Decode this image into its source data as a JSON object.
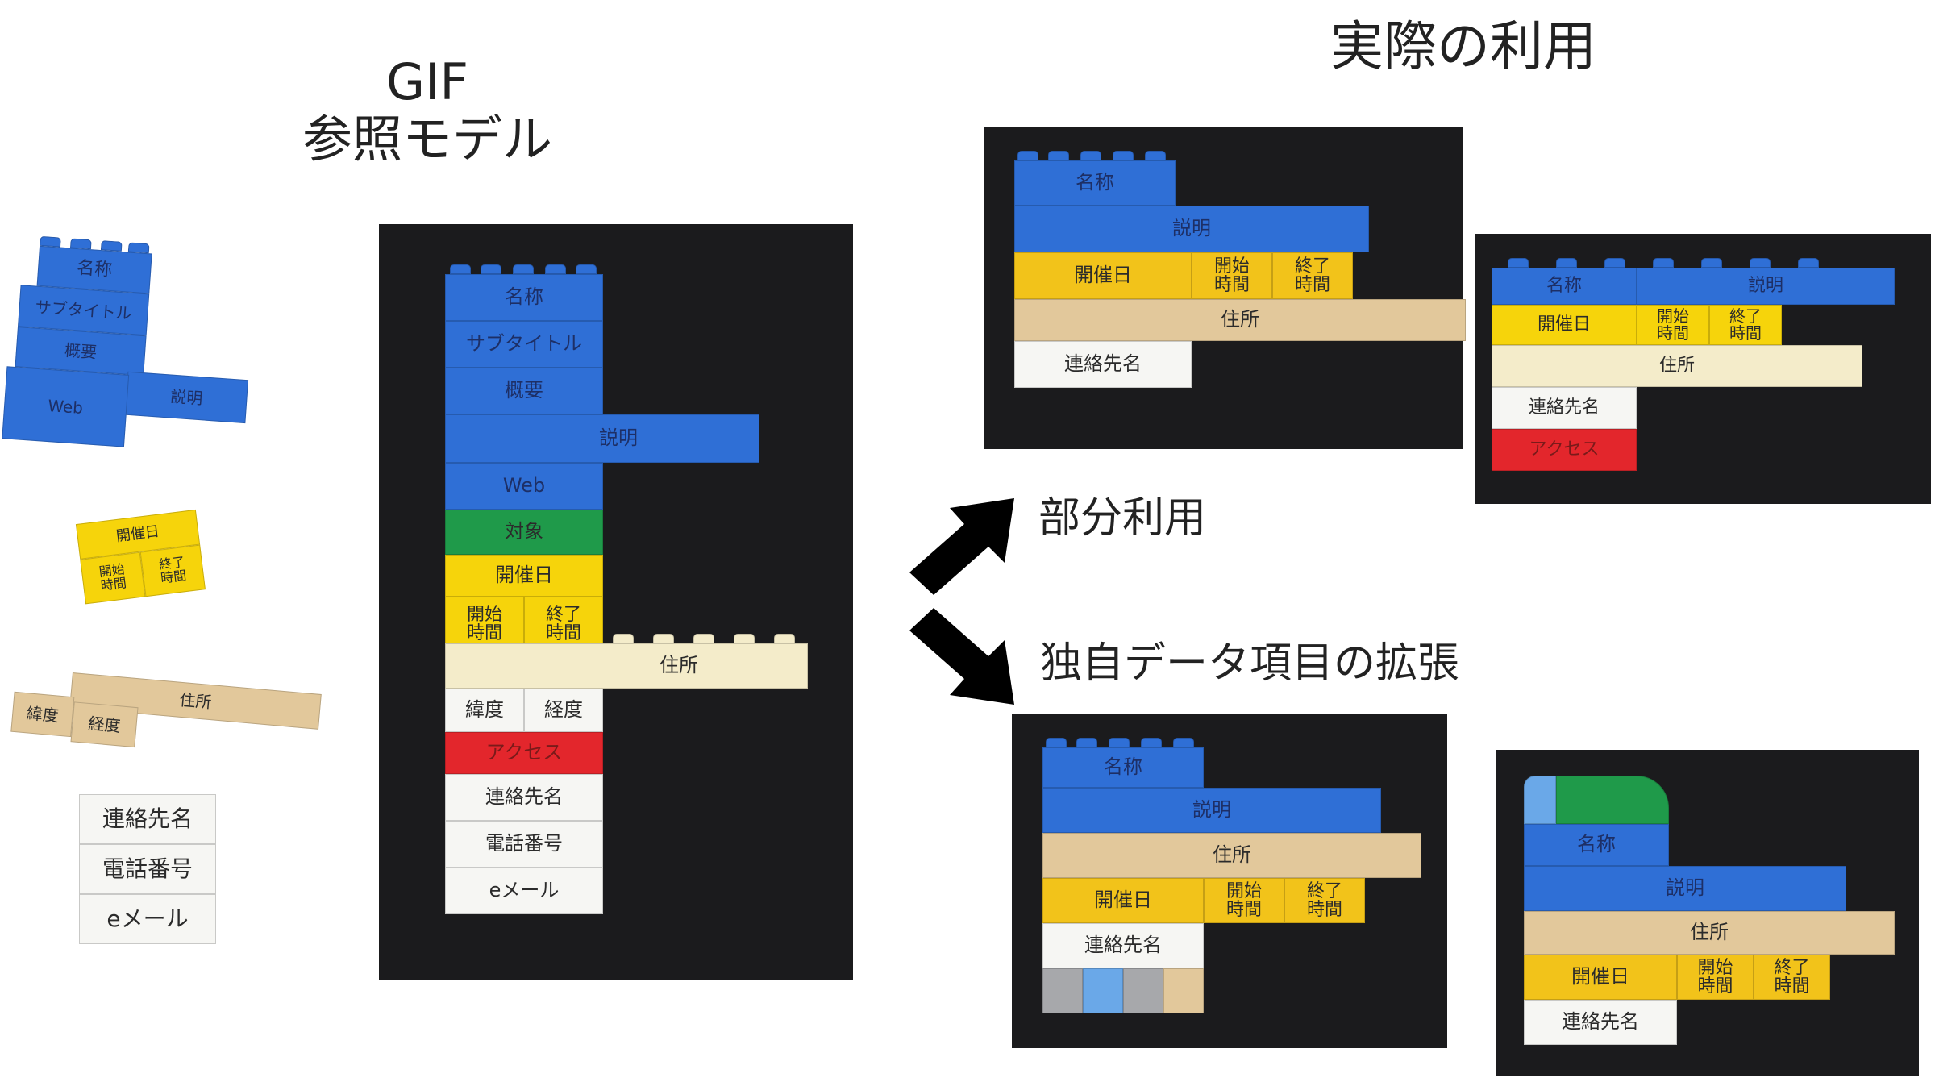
{
  "titles": {
    "gif_line1": "GIF",
    "gif_line2": "参照モデル",
    "actual_use": "実際の利用"
  },
  "labels": {
    "partial_use": "部分利用",
    "extension": "独自データ項目の拡張"
  },
  "pieces": {
    "blue": {
      "name": "名称",
      "subtitle": "サブタイトル",
      "summary": "概要",
      "description": "説明",
      "web": "Web"
    },
    "yellow": {
      "date": "開催日",
      "start": "開始\n時間",
      "end": "終了\n時間"
    },
    "tan": {
      "address": "住所",
      "lat": "緯度",
      "lon": "経度"
    },
    "white": {
      "contact": "連絡先名",
      "phone": "電話番号",
      "email": "eメール"
    }
  },
  "model": {
    "name": "名称",
    "subtitle": "サブタイトル",
    "summary": "概要",
    "description": "説明",
    "web": "Web",
    "target": "対象",
    "date": "開催日",
    "start": "開始\n時間",
    "end": "終了\n時間",
    "address": "住所",
    "lat": "緯度",
    "lon": "経度",
    "access": "アクセス",
    "contact": "連絡先名",
    "phone": "電話番号",
    "email": "eメール"
  },
  "partial_a": {
    "name": "名称",
    "description": "説明",
    "date": "開催日",
    "start": "開始\n時間",
    "end": "終了\n時間",
    "address": "住所",
    "contact": "連絡先名"
  },
  "partial_b": {
    "name": "名称",
    "description": "説明",
    "date": "開催日",
    "start": "開始\n時間",
    "end": "終了\n時間",
    "address": "住所",
    "contact": "連絡先名",
    "access": "アクセス"
  },
  "ext_a": {
    "name": "名称",
    "description": "説明",
    "address": "住所",
    "date": "開催日",
    "start": "開始\n時間",
    "end": "終了\n時間",
    "contact": "連絡先名"
  },
  "ext_b": {
    "name": "名称",
    "description": "説明",
    "address": "住所",
    "date": "開催日",
    "start": "開始\n時間",
    "end": "終了\n時間",
    "contact": "連絡先名"
  }
}
